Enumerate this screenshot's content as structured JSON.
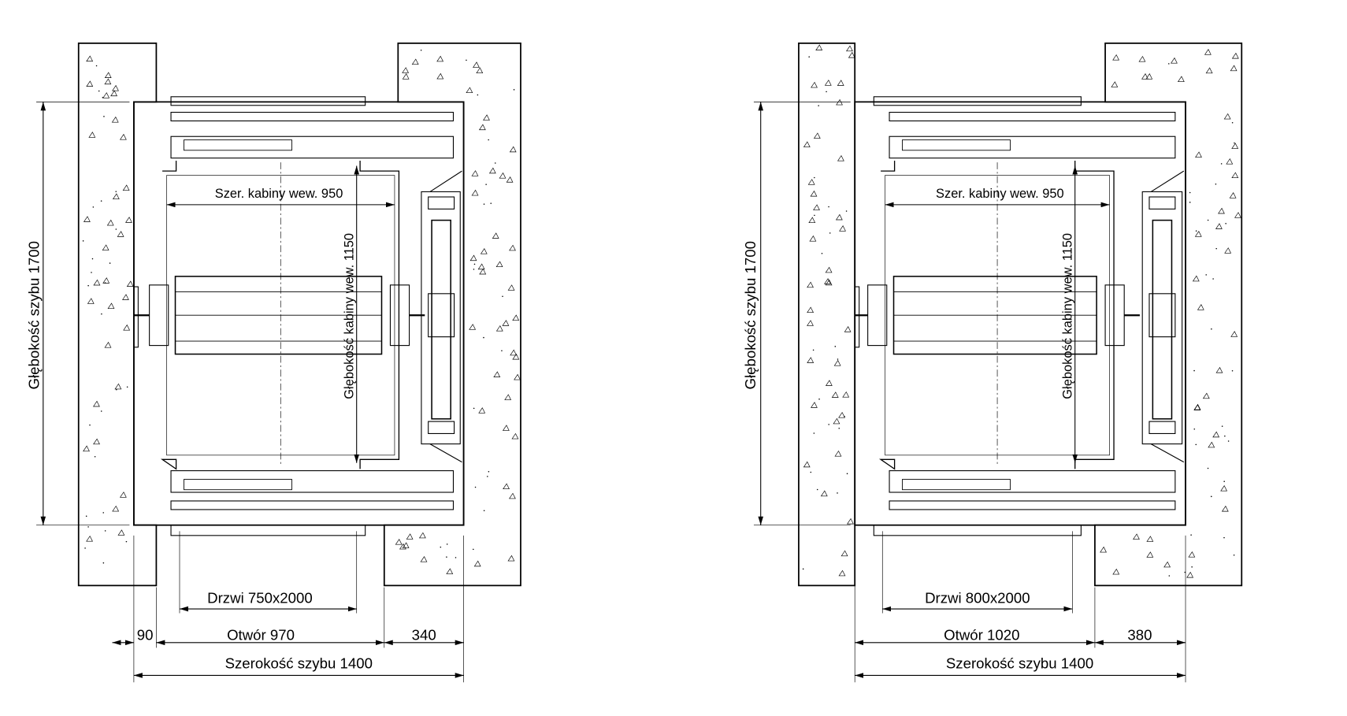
{
  "drawings": [
    {
      "shaft_depth": "Głębokość szybu 1700",
      "cabin_width": "Szer. kabiny wew. 950",
      "cabin_depth": "Głębokość kabiny wew. 1150",
      "door": "Drzwi 750x2000",
      "left_gap": "90",
      "opening": "Otwór 970",
      "right_gap": "340",
      "shaft_width": "Szerokość szybu 1400"
    },
    {
      "shaft_depth": "Głębokość szybu 1700",
      "cabin_width": "Szer. kabiny wew. 950",
      "cabin_depth": "Głębokość kabiny wew. 1150",
      "door": "Drzwi 800x2000",
      "opening": "Otwór 1020",
      "right_gap": "380",
      "shaft_width": "Szerokość szybu 1400"
    }
  ]
}
